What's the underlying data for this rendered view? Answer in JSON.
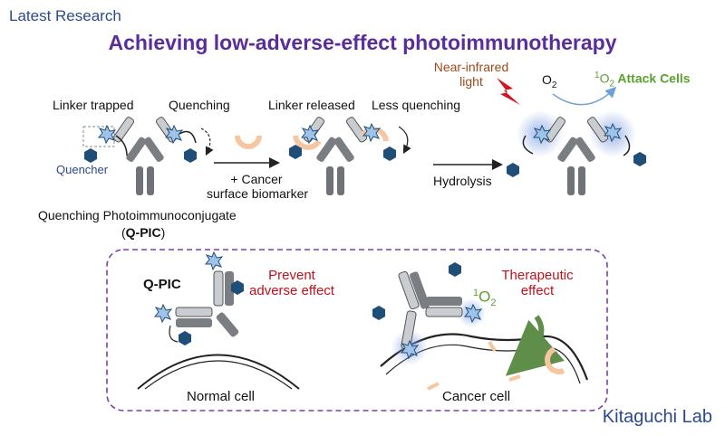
{
  "header": {
    "tag": "Latest Research",
    "title": "Achieving low-adverse-effect photoimmunotherapy"
  },
  "top_row": {
    "linker_trapped": "Linker trapped",
    "quenching": "Quenching",
    "quencher": "Quencher",
    "conjugate_name": "Quenching Photoimmunoconjugate",
    "conjugate_abbrev": "Q-PIC",
    "step1_line1": "+ Cancer",
    "step1_line2": "surface biomarker",
    "linker_released": "Linker released",
    "less_quenching": "Less quenching",
    "step2": "Hydrolysis",
    "nir_line1": "Near-infrared",
    "nir_line2": "light",
    "o2": "O",
    "o2_sub": "2",
    "singlet_sup": "1",
    "singlet_o": "O",
    "singlet_sub": "2",
    "attack": "Attack Cells"
  },
  "bottom_panel": {
    "qpic_label": "Q-PIC",
    "prevent_line1": "Prevent",
    "prevent_line2": "adverse effect",
    "normal_cell": "Normal cell",
    "therapeutic_line1": "Therapeutic",
    "therapeutic_line2": "effect",
    "singlet_sup": "1",
    "singlet_o": "O",
    "singlet_sub": "2",
    "cancer_cell": "Cancer cell"
  },
  "footer": {
    "lab": "Kitaguchi Lab"
  },
  "colors": {
    "title": "#5b2d9c",
    "tag": "#2b4a8b",
    "hexagon": "#1f4e79",
    "star": "#9fc3e9",
    "red_text": "#c0111a",
    "green_text": "#5aa02c",
    "dashed_box": "#7a3fb0",
    "biomarker": "#f5c6a0"
  }
}
